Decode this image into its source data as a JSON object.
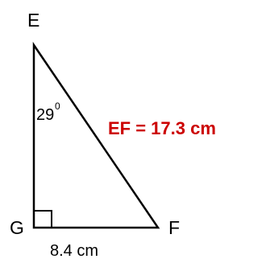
{
  "triangle": {
    "vertex_top": "E",
    "vertex_bottom_left": "G",
    "vertex_bottom_right": "F",
    "angle_value": "29",
    "angle_degree_mark": "0",
    "base_length": "8.4 cm"
  },
  "result": {
    "text": "EF = 17.3 cm",
    "color": "#cc0000"
  },
  "colors": {
    "stroke": "#000000"
  }
}
